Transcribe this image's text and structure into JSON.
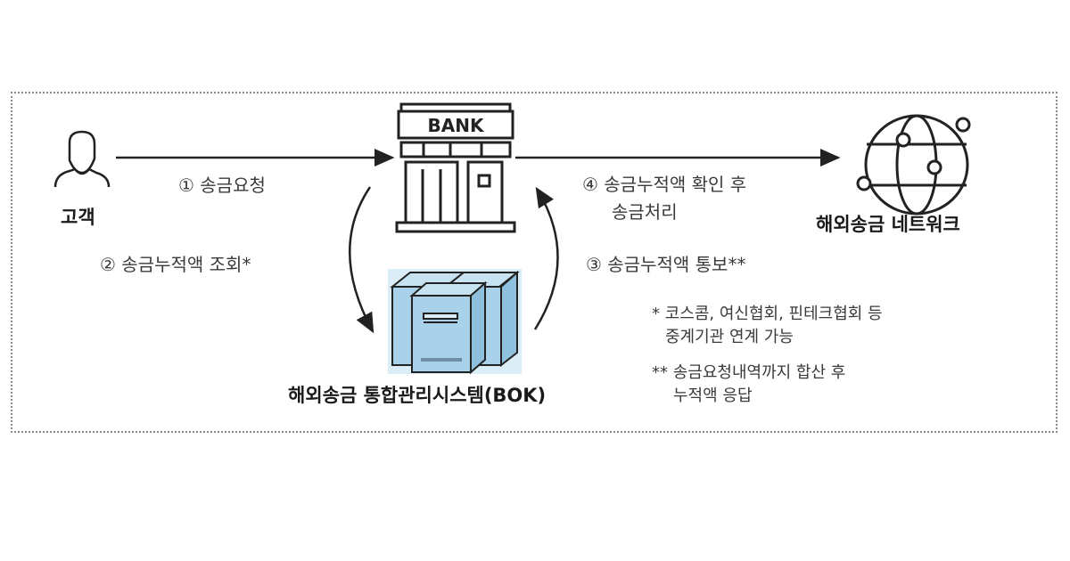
{
  "nodes": {
    "customer": "고객",
    "bank_sign": "BANK",
    "network": "해외송금 네트워크",
    "system": "해외송금 통합관리시스템(BOK)"
  },
  "steps": {
    "step1": "① 송금요청",
    "step2": "② 송금누적액 조회*",
    "step3": "③ 송금누적액 통보**",
    "step4_line1": "④ 송금누적액 확인 후",
    "step4_line2": "송금처리"
  },
  "notes": {
    "note1_line1": "* 코스콤, 여신협회, 핀테크협회 등",
    "note1_line2": "중계기관 연계 가능",
    "note2_line1": "** 송금요청내역까지 합산 후",
    "note2_line2": "누적액 응답"
  },
  "colors": {
    "server": "#a9d2ea",
    "line": "#222222"
  }
}
